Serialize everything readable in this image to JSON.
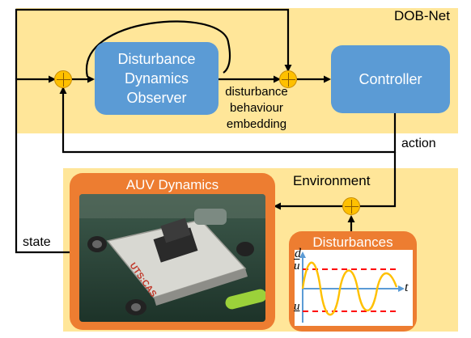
{
  "panels": {
    "dobnet_title": "DOB-Net",
    "environment_title": "Environment"
  },
  "blocks": {
    "observer_lines": [
      "Disturbance",
      "Dynamics",
      "Observer"
    ],
    "controller": "Controller",
    "auv_title": "AUV Dynamics",
    "auv_image_text": "UTS:CAS",
    "disturbances_title": "Disturbances"
  },
  "labels": {
    "embedding_lines": [
      "disturbance",
      "behaviour",
      "embedding"
    ],
    "action": "action",
    "state": "state"
  },
  "plot": {
    "y_axis": "d",
    "x_axis": "t",
    "upper_bound": "u",
    "lower_bound": "u"
  },
  "colors": {
    "panel": "#ffe699",
    "block_blue": "#5b9bd5",
    "orange": "#ed7d31",
    "junction": "#ffc000",
    "wave": "#ffc000",
    "bound_dash": "#ff0000",
    "axis": "#5b9bd5"
  }
}
